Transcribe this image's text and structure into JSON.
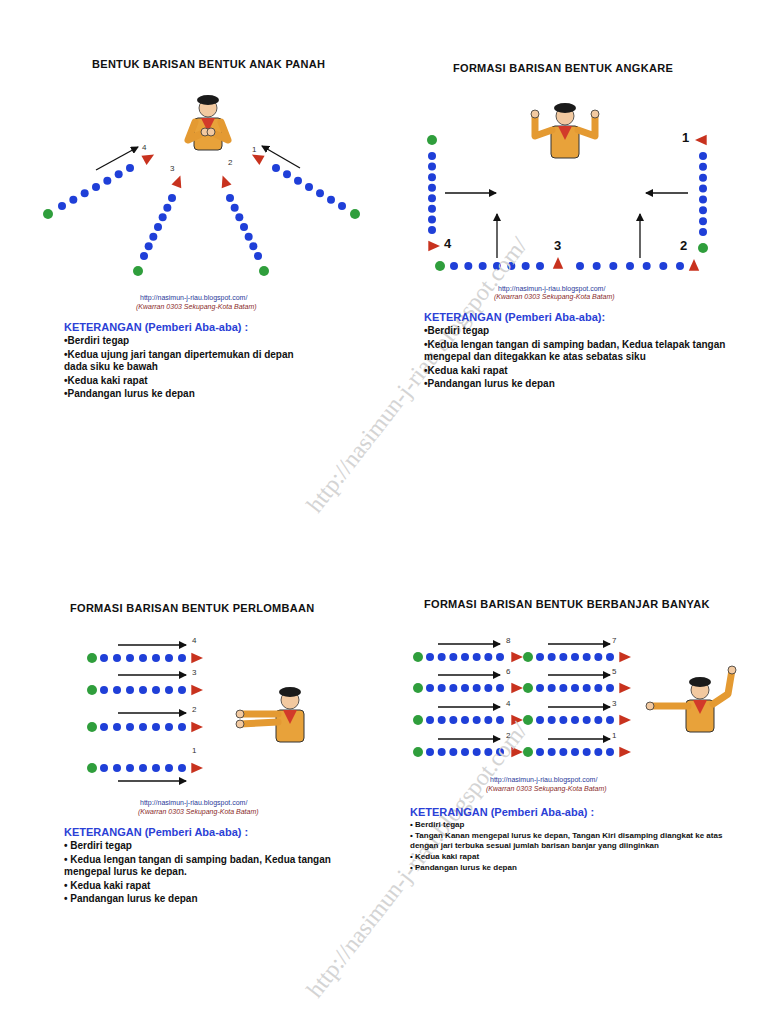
{
  "diagram": {
    "labels": [
      "BENTUK BARISAN BENTUK ANAK PANAH",
      "4",
      "3",
      "2",
      "1",
      "http://nasimun-j-riau.blogspot.com/",
      "(Kwarran 0303 Sekupang-Kota Batam)",
      "KETERANGAN (Pemberi Aba-aba) :",
      "•Berdiri tegap",
      "•Kedua ujung jari tangan dipertemukan di depan dada siku ke bawah",
      "•Kedua kaki rapat",
      "•Pandangan lurus ke depan",
      "FORMASI BARISAN BENTUK ANGKARE",
      "1",
      "2",
      "3",
      "4",
      "http://nasimun-j-riau.blogspot.com/",
      "(Kwarran 0303 Sekupang-Kota Batam)",
      "KETERANGAN (Pemberi Aba-aba):",
      "•Berdiri tegap",
      "•Kedua lengan tangan di samping badan, Kedua telapak tangan mengepal dan ditegakkan ke atas sebatas siku",
      "•Kedua kaki rapat",
      "•Pandangan lurus ke depan",
      "FORMASI BARISAN BENTUK PERLOMBAAN",
      "4",
      "3",
      "2",
      "1",
      "http://nasimun-j-riau.blogspot.com/",
      "(Kwarran 0303 Sekupang-Kota Batam)",
      "KETERANGAN (Pemberi Aba-aba) :",
      "• Berdiri tegap",
      "• Kedua lengan tangan di samping badan, Kedua tangan mengepal lurus ke depan.",
      "• Kedua kaki rapat",
      "• Pandangan lurus ke depan",
      "FORMASI BARISAN BENTUK BERBANJAR BANYAK",
      "8",
      "7",
      "6",
      "5",
      "4",
      "3",
      "2",
      "1",
      "http://nasimun-j-riau.blogspot.com/",
      "(Kwarran 0303 Sekupang-Kota Batam)",
      "KETERANGAN (Pemberi Aba-aba) :",
      "• Berdiri tegap",
      "• Tangan Kanan mengepal lurus ke depan, Tangan Kiri disamping diangkat ke atas dengan jari terbuka sesuai jumlah barisan banjar yang diinginkan",
      "• Kedua kaki rapat",
      "• Pandangan lurus ke depan",
      "http://nasimun-j-riau.blogspot.com/",
      "http://nasimun-j-riau.blogspot.com/"
    ]
  }
}
